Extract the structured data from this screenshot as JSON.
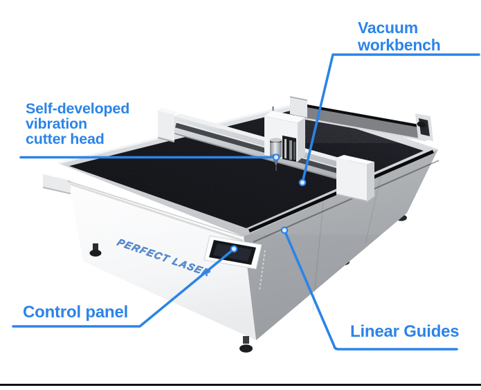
{
  "page": {
    "background_color": "#ffffff",
    "bottom_rule_color": "#101010"
  },
  "figure": {
    "type": "annotated-product-diagram",
    "subject": "flatbed-vibration-knife-cutting-machine",
    "accent_color": "#2b84e8",
    "brand_logo": "PERFECT LASER",
    "annotations": [
      {
        "id": "cutter-head",
        "text": "Self-developed vibration cutter head",
        "lines": [
          "Self-developed",
          "vibration",
          "cutter head"
        ]
      },
      {
        "id": "vacuum-workbench",
        "text": "Vacuum workbench",
        "lines": [
          "Vacuum",
          "workbench"
        ]
      },
      {
        "id": "control-panel",
        "text": "Control panel",
        "lines": [
          "Control panel"
        ]
      },
      {
        "id": "linear-guides",
        "text": "Linear Guides",
        "lines": [
          "Linear Guides"
        ]
      }
    ]
  }
}
